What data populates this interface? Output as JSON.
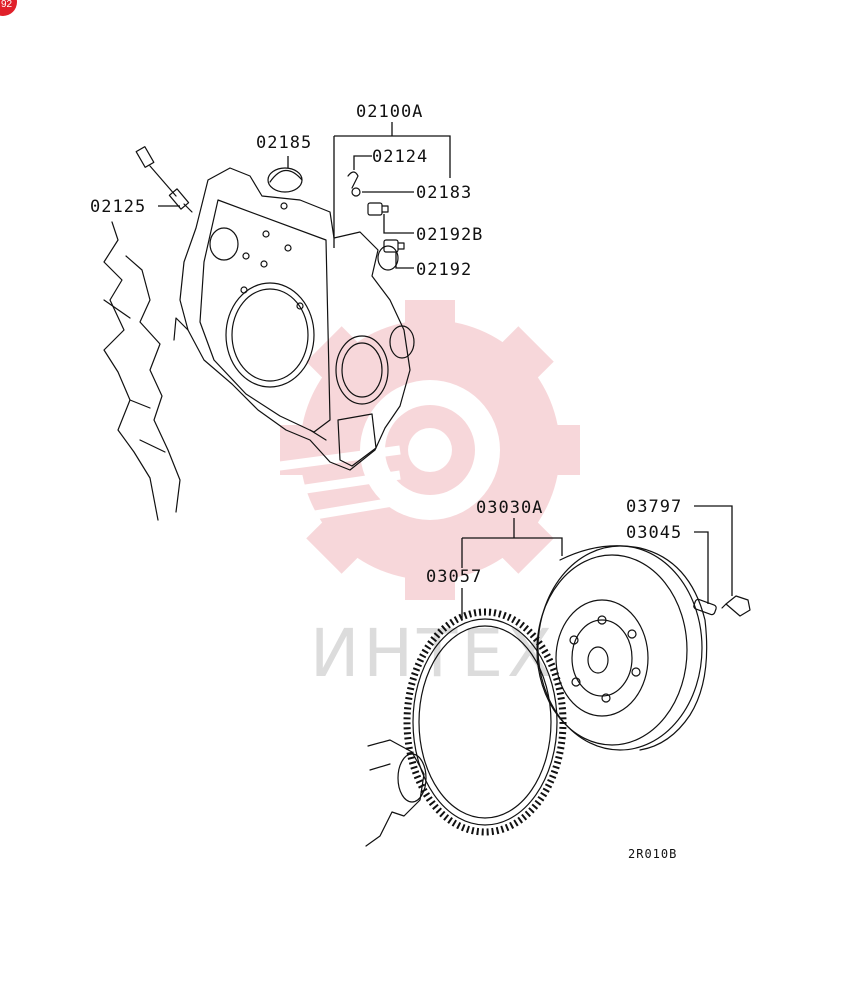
{
  "badge": {
    "text": "92",
    "color": "#e0202a"
  },
  "watermark": {
    "text": "ИНТЕХ",
    "gear_color": "#f2b8bc",
    "text_color": "#dcdcdc"
  },
  "labels": {
    "p02100A": "02100A",
    "p02185": "02185",
    "p02124": "02124",
    "p02183": "02183",
    "p02125": "02125",
    "p02192B": "02192B",
    "p02192": "02192",
    "p03030A": "03030A",
    "p03797": "03797",
    "p03045": "03045",
    "p03057": "03057"
  },
  "diagram_code": "2R010B"
}
